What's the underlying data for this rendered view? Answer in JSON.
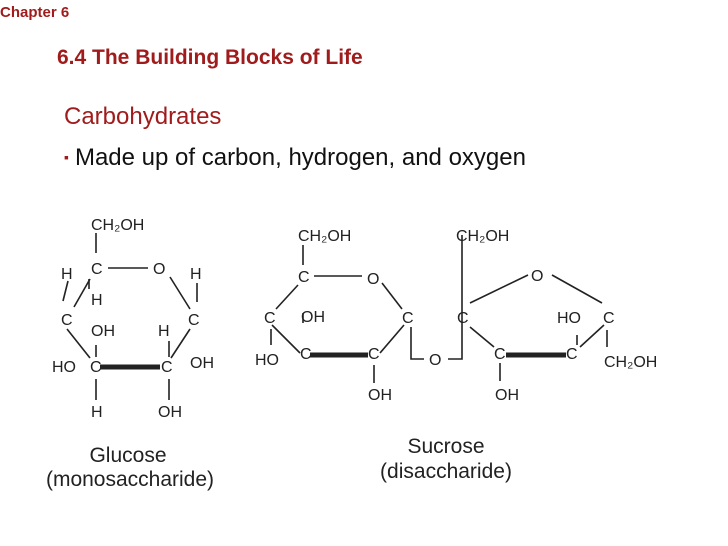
{
  "slide": {
    "chapter": "Chapter 6",
    "title": "6.4 The Building Blocks of Life",
    "heading": "Carbohydrates",
    "bullet": "Made up of carbon, hydrogen, and oxygen",
    "bullet_marker": "▪"
  },
  "colors": {
    "accent": "#a01c1c",
    "heading": "#a01c1c",
    "text": "#111111"
  },
  "glucose": {
    "name": "Glucose",
    "type": "(monosaccharide)",
    "atoms": {
      "ch2oh": "CH₂OH",
      "c": "C",
      "o": "O",
      "h": "H",
      "oh": "OH",
      "ho": "HO"
    }
  },
  "sucrose": {
    "name": "Sucrose",
    "type": "(disaccharide)",
    "atoms": {
      "ch2oh": "CH₂OH",
      "c": "C",
      "o": "O",
      "oh": "OH",
      "ho": "HO"
    }
  }
}
